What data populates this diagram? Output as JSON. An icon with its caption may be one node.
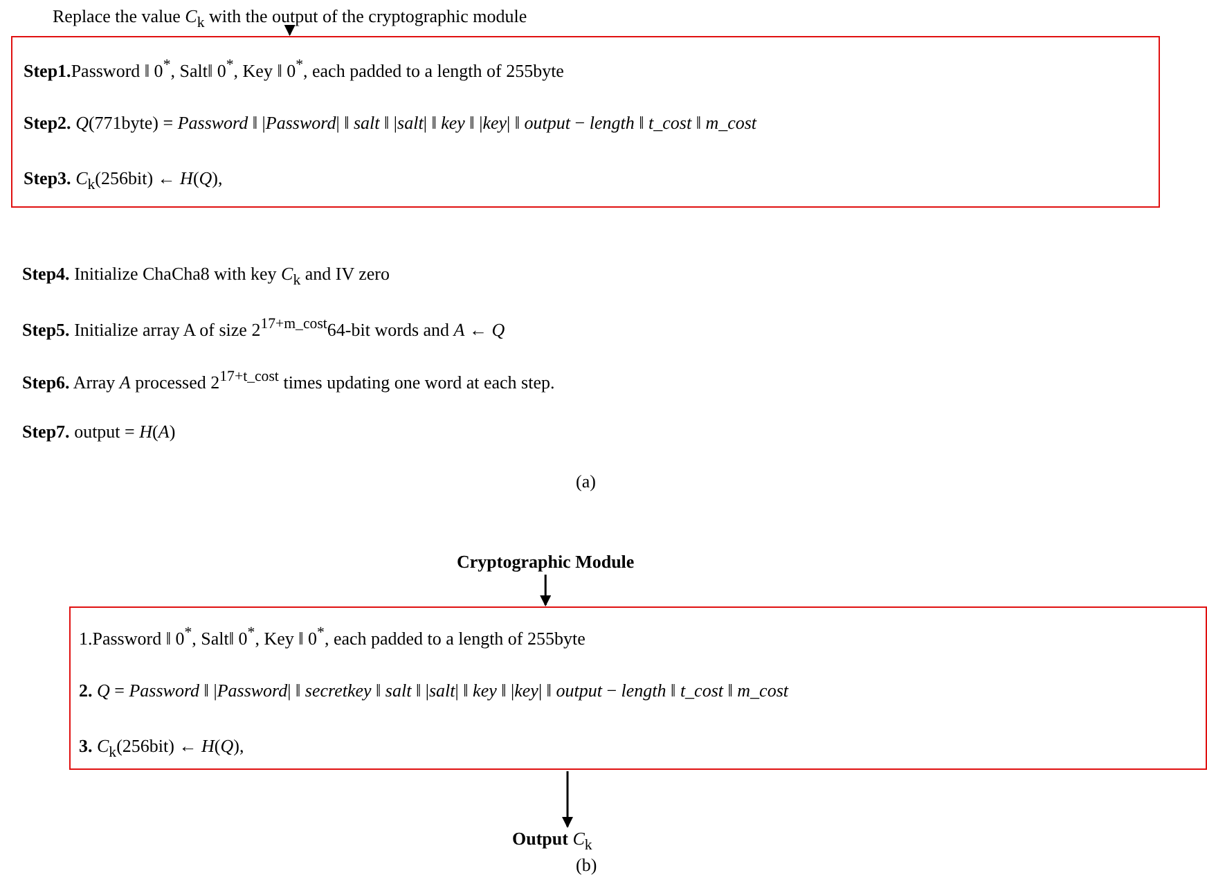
{
  "diagram": {
    "nodes": [
      {
        "text": [
          "Replace the value *C*$_{k}$ with the output of the cryptographic module"
        ]
      },
      {
        "text": [
          "**Step1.**Password ‖ 0$^{*}$, Salt‖ 0$^{*}$, Key ‖ 0$^{*}$, each padded to a length of 255byte",
          "**Step2.** *Q*(771byte) = *Password* ‖ |*Password*| ‖ *salt* ‖ |*salt*| ‖ *key* ‖ |*key*| ‖ *output* − *length* ‖ *t_cost* ‖ *m_cost*",
          "**Step3.** *C*$_{k}$(256bit) ← *H*(*Q*),"
        ]
      },
      {
        "text": [
          "Cryptographic Module"
        ]
      },
      {
        "text": [
          "1.Password ‖ 0$^{*}$, Salt‖ 0$^{*}$, Key ‖ 0$^{*}$, each padded to a length of 255byte",
          "**2.** *Q* = *Password* ‖ |*Password*| ‖ *secretkey* ‖ *salt* ‖ |*salt*| ‖ *key* ‖ |*key*| ‖ *output* − *length* ‖ *t_cost* ‖ *m_cost*",
          "**3.** *C*$_{k}$(256bit) ← *H*(*Q*),"
        ]
      },
      {
        "text": [
          "**Output** *C*$_{k}$"
        ]
      }
    ],
    "edges": [
      {
        "from": 0,
        "to": 1,
        "arrow": "to"
      },
      {
        "from": 2,
        "to": 3,
        "arrow": "to"
      },
      {
        "from": 3,
        "to": 4,
        "arrow": "to"
      }
    ],
    "labels": [
      "**Step4.** Initialize ChaCha8 with key *C*$_{k}$ and IV zero",
      "**Step5.** Initialize array A of size 2$^{17+m_cost}$64-bit words and *A* ← *Q*",
      "**Step6.** Array *A* processed 2$^{17+t_cost}$ times updating one word at each step.",
      "**Step7.** output = *H*(*A*)",
      "(a)",
      "(b)"
    ]
  }
}
